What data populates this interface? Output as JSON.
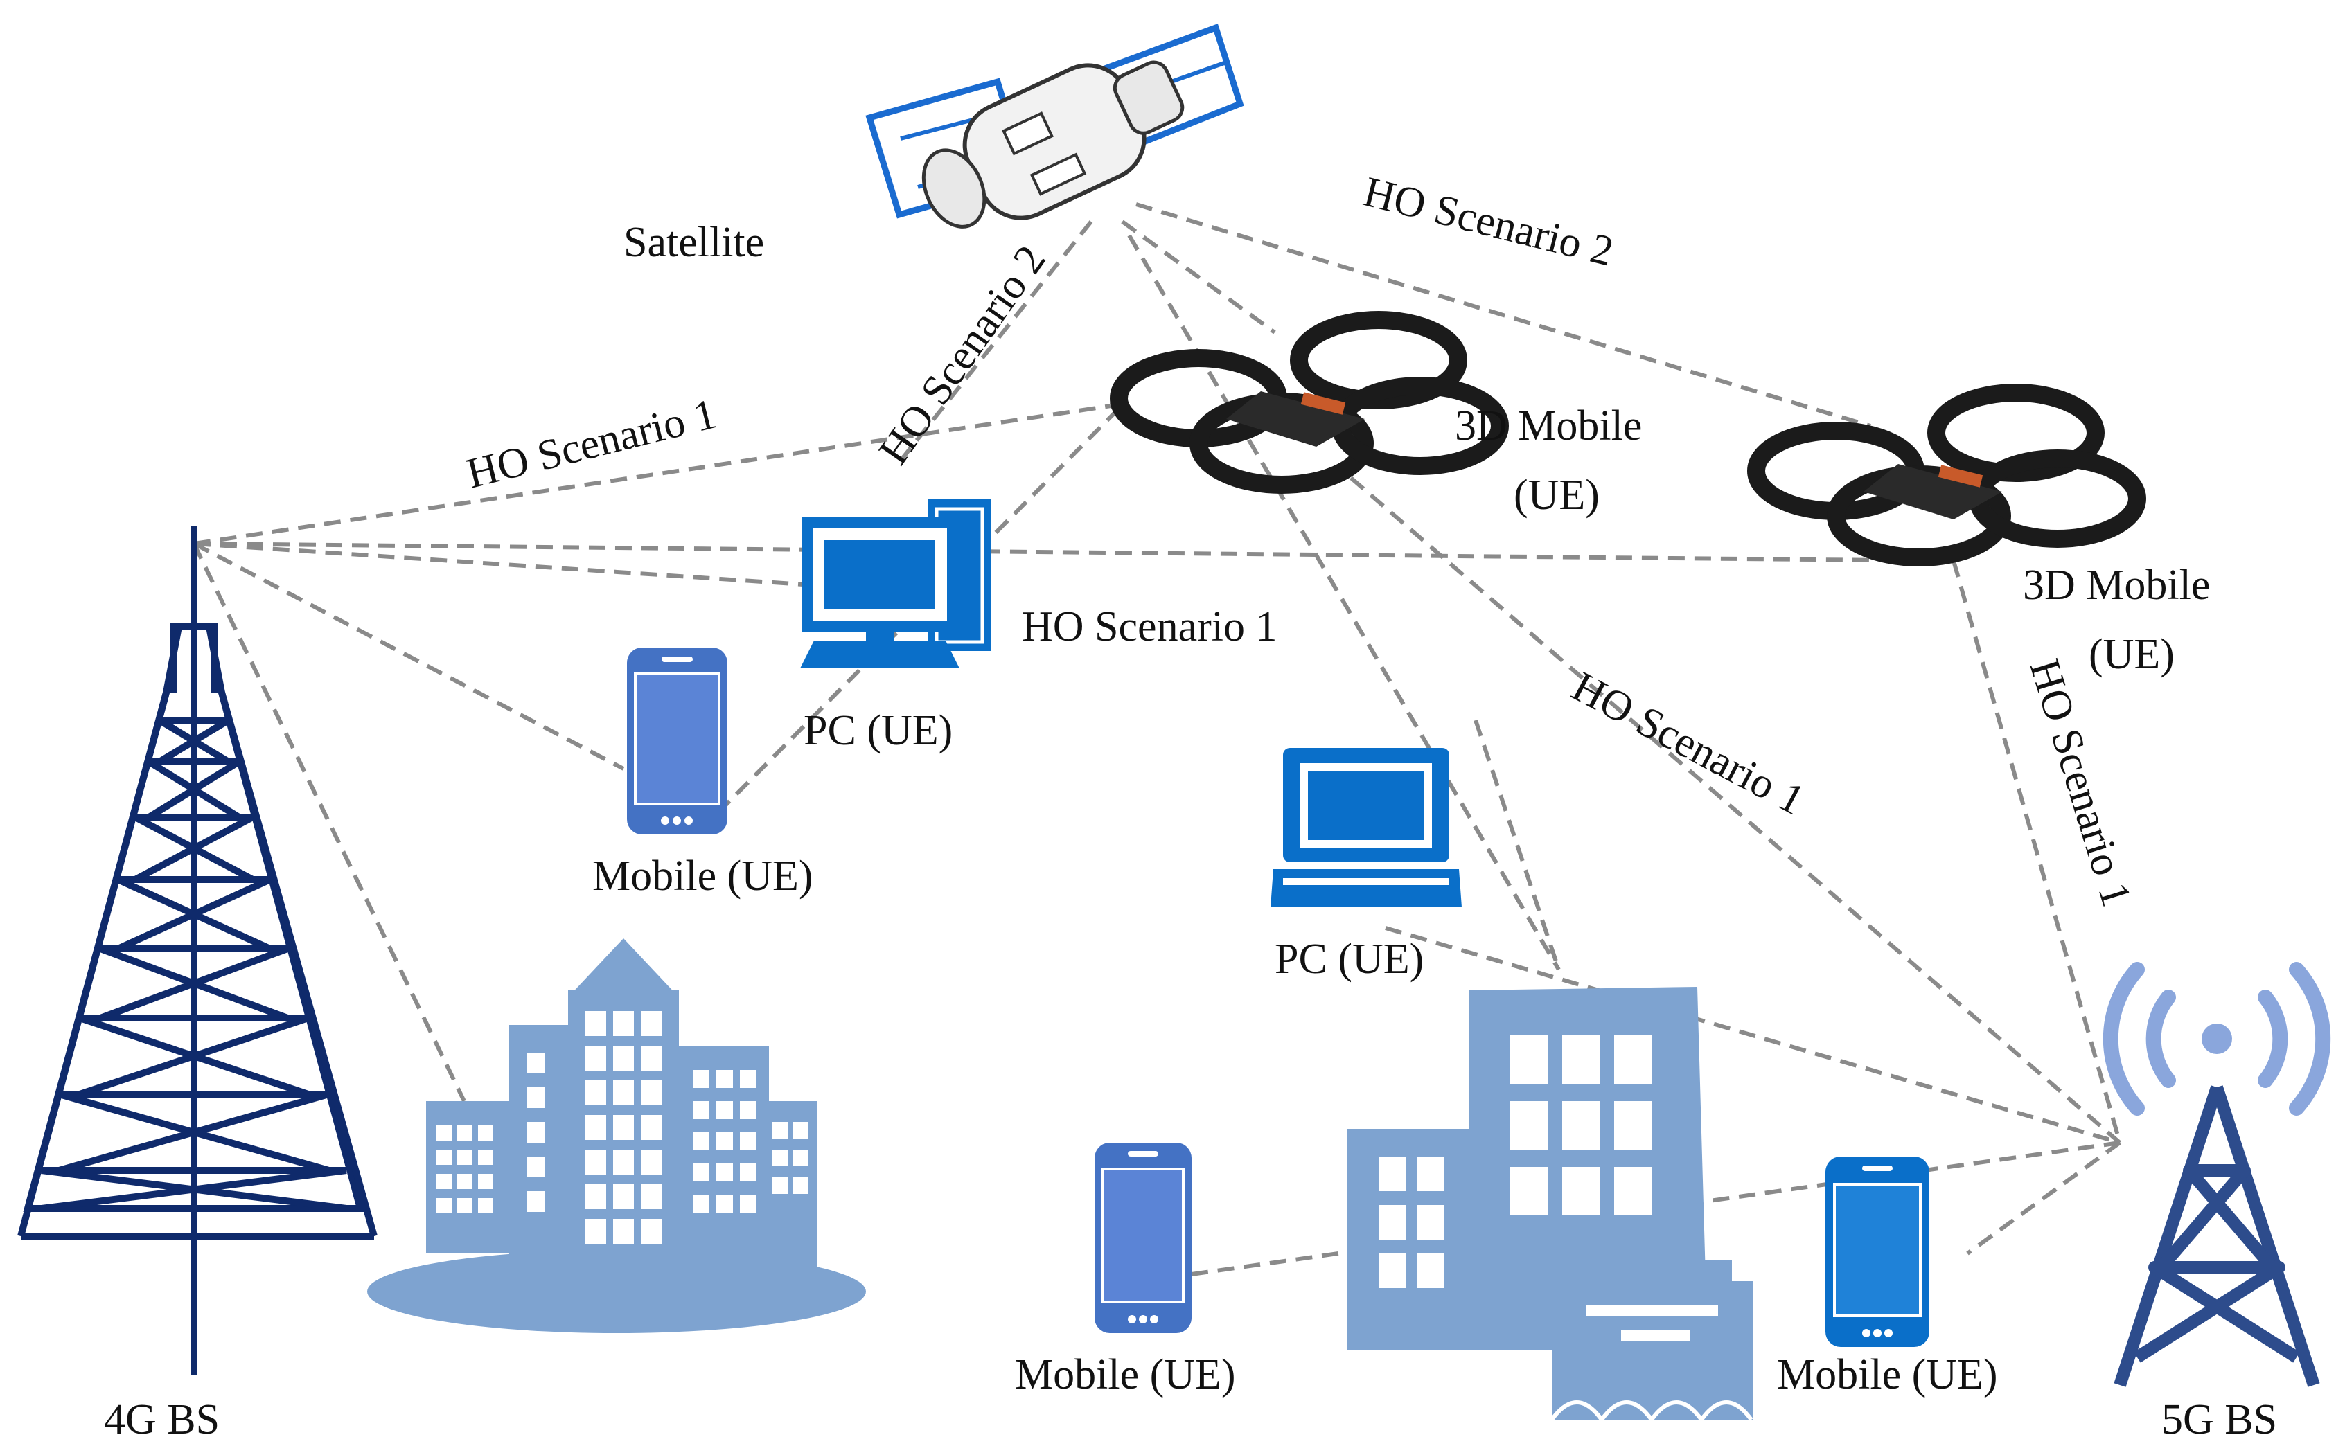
{
  "labels": {
    "satellite": "Satellite",
    "ho_scenario_1": "HO Scenario 1",
    "ho_scenario_2": "HO Scenario 2",
    "mobile_ue": "Mobile (UE)",
    "pc_ue": "PC (UE)",
    "mobile_3d_line1": "3D Mobile",
    "mobile_3d_line1b": "3D  Mobile",
    "ue": "(UE)",
    "bs_4g": "4G BS",
    "bs_5g": "5G BS"
  },
  "colors": {
    "tower_4g": "#0f2a6b",
    "tower_5g": "#2d4c8c",
    "building": "#7ea3d0",
    "device_blue": "#0a6fc9",
    "phone_blue": "#4472c4",
    "dashed_link": "#8a8a8a"
  },
  "icons": [
    "satellite-icon",
    "drone-icon",
    "desktop-pc-icon",
    "laptop-icon",
    "smartphone-icon",
    "building-icon",
    "cell-tower-icon",
    "wireless-signal-icon"
  ]
}
